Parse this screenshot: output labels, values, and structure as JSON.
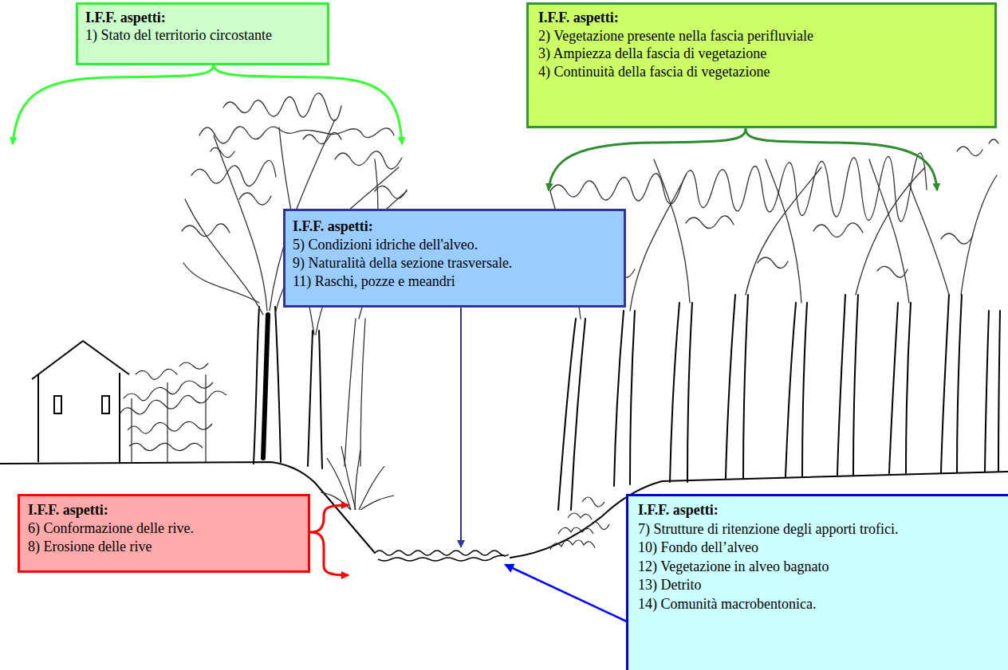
{
  "diagram": {
    "nodes": [
      {
        "text": [
          "I.F.F. aspetti:",
          "1) Stato del territorio circostante"
        ]
      },
      {
        "text": [
          "I.F.F. aspetti:",
          "2) Vegetazione presente nella fascia perifluviale",
          "3) Ampiezza della fascia di vegetazione",
          "4) Continuità della fascia di vegetazione"
        ]
      },
      {
        "text": [
          "I.F.F. aspetti:",
          "5) Condizioni idriche dell'alveo.",
          "9) Naturalità della sezione trasversale.",
          "11) Raschi, pozze e meandri"
        ]
      },
      {
        "text": [
          "I.F.F. aspetti:",
          "6) Conformazione delle rive.",
          "8) Erosione delle rive"
        ]
      },
      {
        "text": [
          "I.F.F. aspetti:",
          "7) Strutture di ritenzione degli apporti trofici.",
          "10) Fondo dell’alveo",
          "12) Vegetazione in alveo bagnato",
          "13) Detrito",
          "14) Comunità macrobentonica."
        ]
      }
    ]
  }
}
